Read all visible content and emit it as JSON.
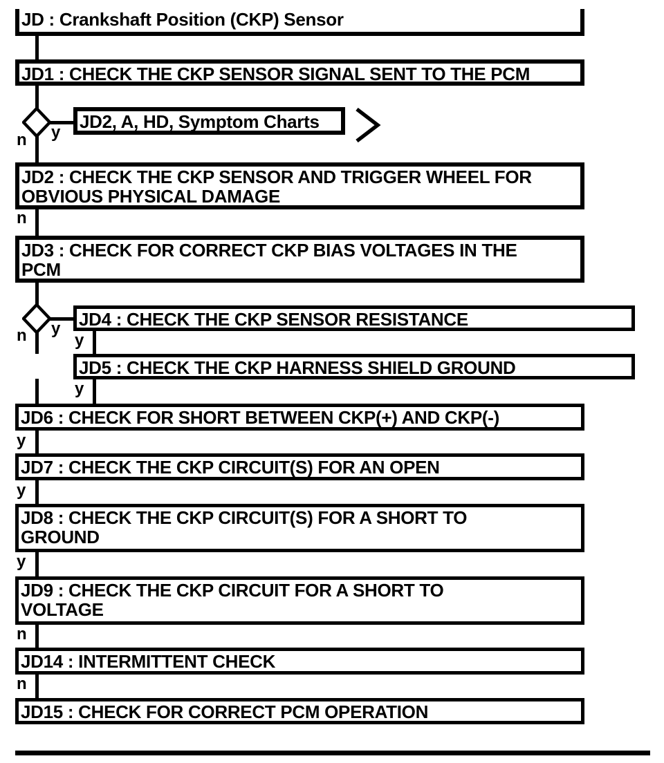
{
  "page": {
    "background": "#ffffff",
    "ink": "#000000"
  },
  "flowchart": {
    "branch_yes": "y",
    "branch_no": "n",
    "nodes": {
      "jd": {
        "label": "JD : Crankshaft Position (CKP) Sensor"
      },
      "jd1": {
        "label": "JD1 : CHECK THE CKP SENSOR SIGNAL SENT TO THE PCM"
      },
      "ref": {
        "label": "JD2, A, HD, Symptom Charts"
      },
      "jd2": {
        "label": "JD2 : CHECK THE CKP SENSOR AND TRIGGER WHEEL FOR\nOBVIOUS PHYSICAL DAMAGE"
      },
      "jd3": {
        "label": "JD3 : CHECK FOR CORRECT CKP BIAS VOLTAGES IN THE\nPCM"
      },
      "jd4": {
        "label": "JD4 : CHECK THE CKP SENSOR RESISTANCE"
      },
      "jd5": {
        "label": "JD5 : CHECK THE CKP HARNESS SHIELD GROUND"
      },
      "jd6": {
        "label": "JD6 : CHECK FOR SHORT BETWEEN CKP(+) AND CKP(-)"
      },
      "jd7": {
        "label": "JD7 : CHECK THE CKP CIRCUIT(S) FOR AN OPEN"
      },
      "jd8": {
        "label": "JD8 : CHECK THE CKP CIRCUIT(S) FOR A SHORT TO\nGROUND"
      },
      "jd9": {
        "label": "JD9 : CHECK THE CKP CIRCUIT FOR A SHORT TO\nVOLTAGE"
      },
      "jd14": {
        "label": "JD14 : INTERMITTENT CHECK"
      },
      "jd15": {
        "label": "JD15 : CHECK FOR CORRECT PCM OPERATION"
      }
    }
  }
}
